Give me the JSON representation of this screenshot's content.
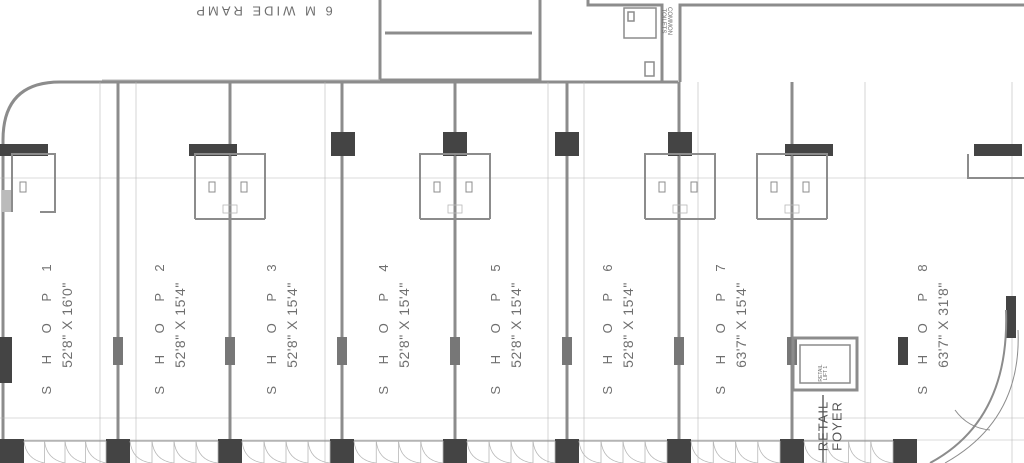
{
  "ramp_label": "6 M WIDE RAMP",
  "common_toilets": [
    "COMMON",
    "TOILETS"
  ],
  "retail_lift": [
    "RETAIL",
    "LIFT 1"
  ],
  "retail_foyer": [
    "RETAIL",
    "FOYER"
  ],
  "shops": [
    {
      "name": "S H O P 1",
      "dim": "52'8\" X 16'0\""
    },
    {
      "name": "S H O P 2",
      "dim": "52'8\" X 15'4\""
    },
    {
      "name": "S H O P 3",
      "dim": "52'8\" X 15'4\""
    },
    {
      "name": "S H O P 4",
      "dim": "52'8\" X 15'4\""
    },
    {
      "name": "S H O P 5",
      "dim": "52'8\" X 15'4\""
    },
    {
      "name": "S H O P 6",
      "dim": "52'8\" X 15'4\""
    },
    {
      "name": "S H O P 7",
      "dim": "63'7\" X 15'4\""
    },
    {
      "name": "S H O P 8",
      "dim": "63'7\" X 31'8\""
    }
  ],
  "colors": {
    "wall": "#8c8c8c",
    "column": "#444444",
    "thin": "#b8b8b8",
    "text": "#6f6f6f"
  }
}
